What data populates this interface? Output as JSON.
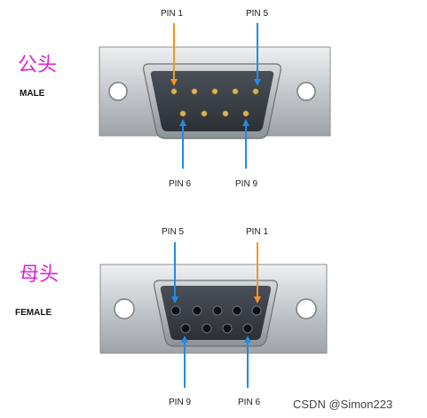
{
  "male": {
    "cn_title": "公头",
    "en_title": "MALE",
    "pin_labels": {
      "top_left": "PIN 1",
      "top_right": "PIN 5",
      "bottom_left": "PIN 6",
      "bottom_right": "PIN 9"
    }
  },
  "female": {
    "cn_title": "母头",
    "en_title": "FEMALE",
    "pin_labels": {
      "top_left": "PIN 5",
      "top_right": "PIN 1",
      "bottom_left": "PIN 9",
      "bottom_right": "PIN 6"
    }
  },
  "colors": {
    "orange_arrow": "#f5961e",
    "blue_arrow": "#1e8ce6",
    "cn_title": "#e020d0"
  },
  "watermark": "CSDN @Simon223"
}
